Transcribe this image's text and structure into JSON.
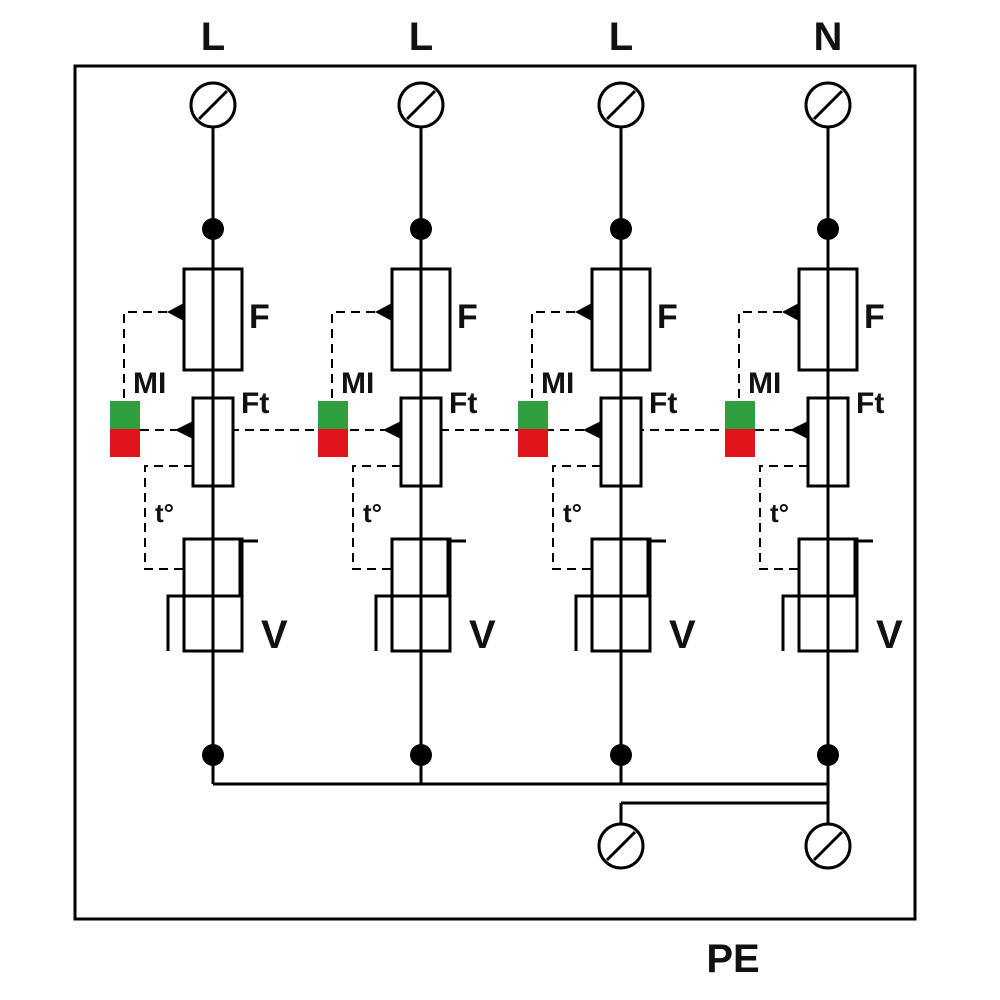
{
  "phase_labels": [
    "L",
    "L",
    "L",
    "N"
  ],
  "fuse_label": "F",
  "thermal_fuse_label": "Ft",
  "indicator_label": "MI",
  "temp_label": "t°",
  "varistor_label": "V",
  "ground_label": "PE",
  "indicator_colors": {
    "ok": "#2e9e3e",
    "fault": "#e2141b"
  }
}
